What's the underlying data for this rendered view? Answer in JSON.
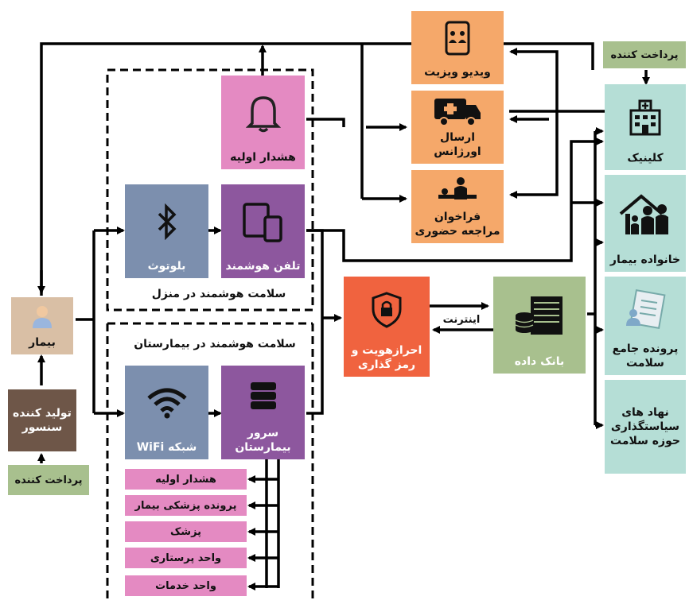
{
  "colors": {
    "orange": "#f5a86a",
    "teal": "#b5ded6",
    "pink": "#e48ac2",
    "purple": "#8d579e",
    "bluegray": "#7c8fae",
    "tan": "#d9bfa5",
    "brown": "#6e5648",
    "green": "#a8c08e",
    "darkgreen": "#7d9165",
    "red": "#f0633f",
    "line": "#000000"
  },
  "left": {
    "payer": "پرداخت کننده",
    "sensor": "تولید کننده سنسور",
    "patient": "بیمار"
  },
  "home": {
    "section_label": "سلامت هوشمند در منزل",
    "alert": "هشدار اولیه",
    "smartphone": "تلفن هوشمند",
    "bluetooth": "بلوتوث"
  },
  "hospital": {
    "section_label": "سلامت هوشمند در بیمارستان",
    "server": "سرور بیمارستان",
    "wifi": "شبکه WiFi",
    "list": [
      "هشدار اولیه",
      "پرونده پزشکی بیمار",
      "پزشک",
      "واحد پرستاری",
      "واحد خدمات"
    ]
  },
  "services": {
    "video": "ویدیو ویزیت",
    "ambulance": "ارسال اورژانس",
    "recall": "فراخوان مراجعه حضوری"
  },
  "security": {
    "auth": "احرازهویت و رمز گذاری",
    "internet": "اینترنت",
    "database": "بانک داده"
  },
  "right": {
    "payer": "پرداخت کننده",
    "clinic": "کلینیک",
    "family": "خانواده بیمار",
    "ehr": "پرونده جامع سلامت",
    "policy": "نهاد های سیاستگذاری حوزه سلامت"
  }
}
